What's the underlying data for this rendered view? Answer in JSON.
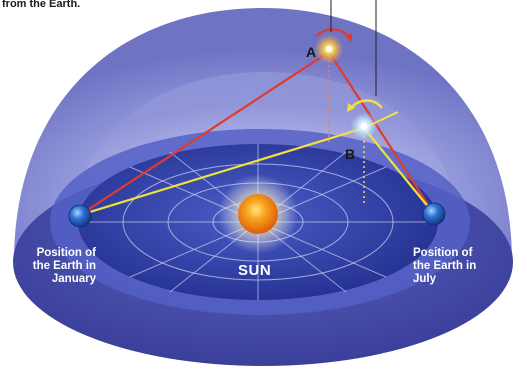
{
  "caption": "from the Earth.",
  "stars": {
    "a": "A",
    "b": "B"
  },
  "sun": "SUN",
  "positions": {
    "january": [
      "Position of",
      "the Earth in",
      "January"
    ],
    "july": [
      "Position of",
      "the Earth in",
      "July"
    ]
  },
  "colors": {
    "dome_outer": "#8f93d6",
    "floor": "#2f3fa6",
    "sight_line_a": "#e23a2a",
    "sight_line_b": "#f0e23a",
    "sun": "#f49a1a",
    "earth": "#2a66c9"
  }
}
